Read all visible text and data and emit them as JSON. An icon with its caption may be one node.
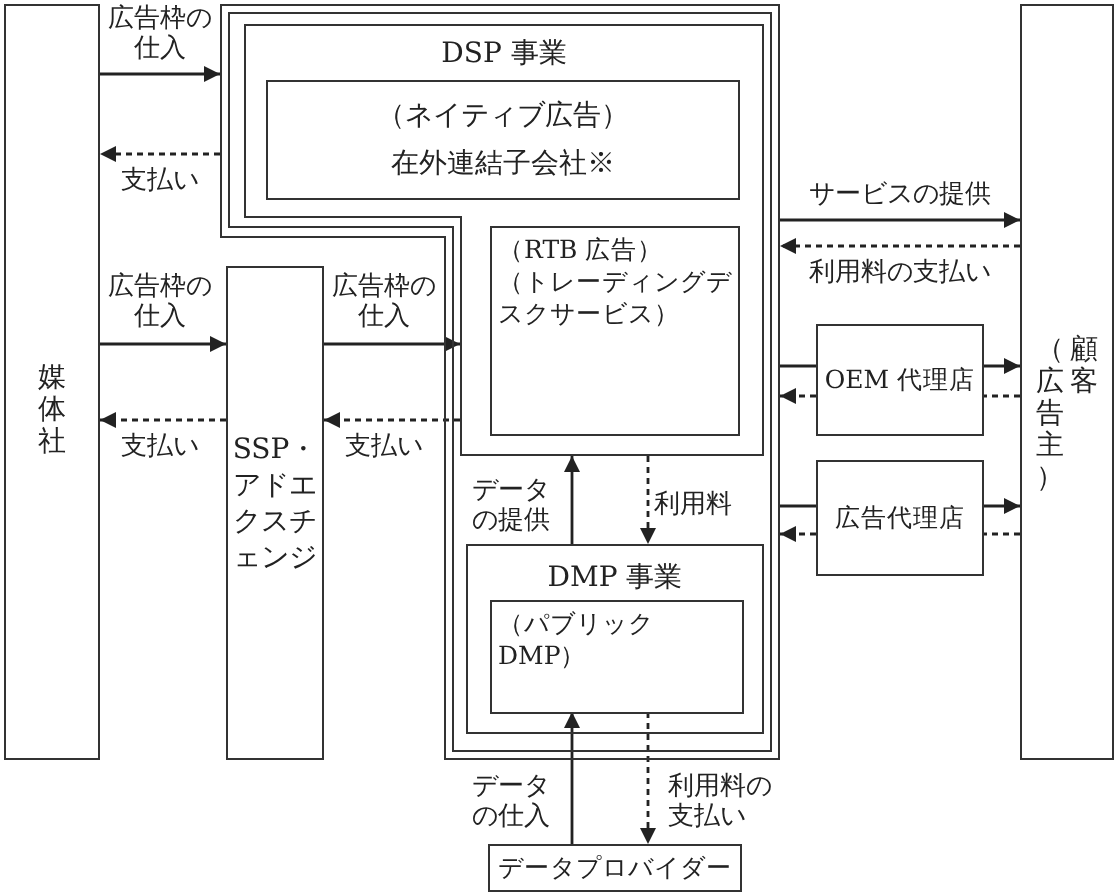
{
  "diagram": {
    "nodes": [
      {
        "text": [
          "媒体社"
        ]
      },
      {
        "text": [],
        "shape": "box"
      },
      {
        "text": [
          "DSP 事業"
        ],
        "in": 1
      },
      {
        "text": [
          "（ネイティブ広告）",
          "在外連結子会社※"
        ],
        "in": 2
      },
      {
        "text": [
          "（RTB 広告）",
          "（トレーディングデスクサービス）"
        ],
        "in": 2
      },
      {
        "text": [
          "DMP 事業"
        ],
        "in": 1
      },
      {
        "text": [
          "（パブリック DMP）"
        ],
        "in": 5
      },
      {
        "text": [
          "SSP・アドエクスチェンジ"
        ]
      },
      {
        "text": [
          "OEM 代理店"
        ]
      },
      {
        "text": [
          "広告代理店"
        ]
      },
      {
        "text": [
          "（広告主）",
          "顧客"
        ]
      },
      {
        "text": [
          "データプロバイダー"
        ]
      }
    ],
    "edges": [
      {
        "from": 0,
        "to": 1,
        "arrow": "to",
        "label": "広告枠の仕入"
      },
      {
        "from": 1,
        "to": 0,
        "arrow": "to",
        "style": "dashed",
        "label": "支払い"
      },
      {
        "from": 0,
        "to": 7,
        "arrow": "to",
        "label": "広告枠の仕入"
      },
      {
        "from": 7,
        "to": 0,
        "arrow": "to",
        "style": "dashed",
        "label": "支払い"
      },
      {
        "from": 7,
        "to": 2,
        "arrow": "to",
        "label": "広告枠の仕入"
      },
      {
        "from": 2,
        "to": 7,
        "arrow": "to",
        "style": "dashed",
        "label": "支払い"
      },
      {
        "from": 1,
        "to": 10,
        "arrow": "to",
        "label": "サービスの提供"
      },
      {
        "from": 10,
        "to": 1,
        "arrow": "to",
        "style": "dashed",
        "label": "利用料の支払い"
      },
      {
        "from": 1,
        "to": 8,
        "arrow": "none"
      },
      {
        "from": 8,
        "to": 10,
        "arrow": "to"
      },
      {
        "from": 10,
        "to": 8,
        "arrow": "none",
        "style": "dashed"
      },
      {
        "from": 8,
        "to": 1,
        "arrow": "to",
        "style": "dashed"
      },
      {
        "from": 1,
        "to": 9,
        "arrow": "none"
      },
      {
        "from": 9,
        "to": 10,
        "arrow": "to"
      },
      {
        "from": 10,
        "to": 9,
        "arrow": "none",
        "style": "dashed"
      },
      {
        "from": 9,
        "to": 1,
        "arrow": "to",
        "style": "dashed"
      },
      {
        "from": 5,
        "to": 2,
        "arrow": "to",
        "label": "データの提供"
      },
      {
        "from": 2,
        "to": 5,
        "arrow": "to",
        "style": "dashed",
        "label": "利用料"
      },
      {
        "from": 11,
        "to": 6,
        "arrow": "to",
        "label": "データの仕入"
      },
      {
        "from": 6,
        "to": 11,
        "arrow": "to",
        "style": "dashed",
        "label": "利用料の支払い"
      }
    ]
  }
}
